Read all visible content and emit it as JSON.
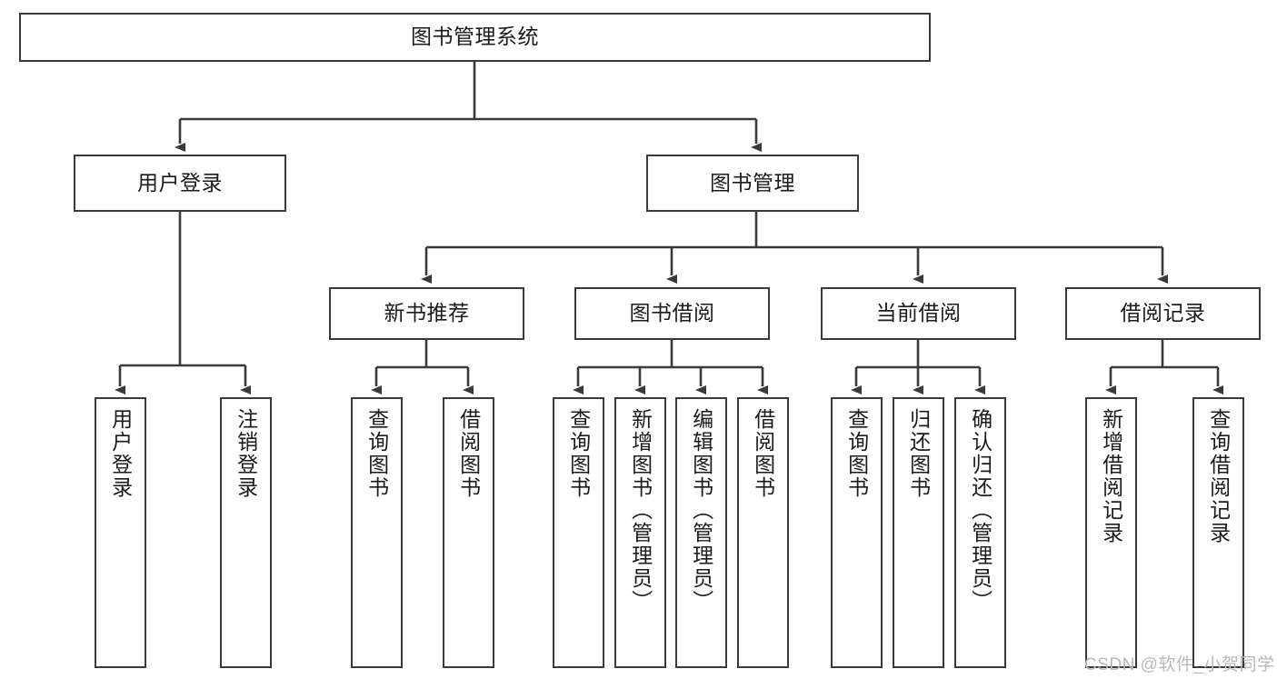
{
  "diagram": {
    "title": "图书管理系统",
    "type": "tree-hierarchy",
    "root": {
      "id": "root",
      "label": "图书管理系统"
    },
    "level2": [
      {
        "id": "user-login",
        "label": "用户登录"
      },
      {
        "id": "book-manage",
        "label": "图书管理"
      }
    ],
    "level3": [
      {
        "id": "new-book-rec",
        "label": "新书推荐",
        "parent": "book-manage"
      },
      {
        "id": "book-borrow",
        "label": "图书借阅",
        "parent": "book-manage"
      },
      {
        "id": "current-borrow",
        "label": "当前借阅",
        "parent": "book-manage"
      },
      {
        "id": "borrow-record",
        "label": "借阅记录",
        "parent": "book-manage"
      }
    ],
    "leaves": {
      "user_login": [
        {
          "id": "leaf-user-login",
          "label": "用户登录"
        },
        {
          "id": "leaf-user-logout",
          "label": "注销登录"
        }
      ],
      "new_book_rec": [
        {
          "id": "leaf-query-book-1",
          "label": "查询图书"
        },
        {
          "id": "leaf-borrow-book-1",
          "label": "借阅图书"
        }
      ],
      "book_borrow": [
        {
          "id": "leaf-query-book-2",
          "label": "查询图书"
        },
        {
          "id": "leaf-add-book",
          "label": "新增图书（管理员）"
        },
        {
          "id": "leaf-edit-book",
          "label": "编辑图书（管理员）"
        },
        {
          "id": "leaf-borrow-book-2",
          "label": "借阅图书"
        }
      ],
      "current_borrow": [
        {
          "id": "leaf-query-book-3",
          "label": "查询图书"
        },
        {
          "id": "leaf-return-book",
          "label": "归还图书"
        },
        {
          "id": "leaf-confirm-return",
          "label": "确认归还（管理员）"
        }
      ],
      "borrow_record": [
        {
          "id": "leaf-add-record",
          "label": "新增借阅记录"
        },
        {
          "id": "leaf-query-record",
          "label": "查询借阅记录"
        }
      ]
    },
    "colors": {
      "border": "#3a3a3a",
      "text": "#1b1b1b",
      "background": "#ffffff",
      "edge": "#3a3a3a",
      "watermark": "#b9b9b9"
    }
  },
  "watermark": {
    "text": "CSDN @软件_小贺同学"
  }
}
